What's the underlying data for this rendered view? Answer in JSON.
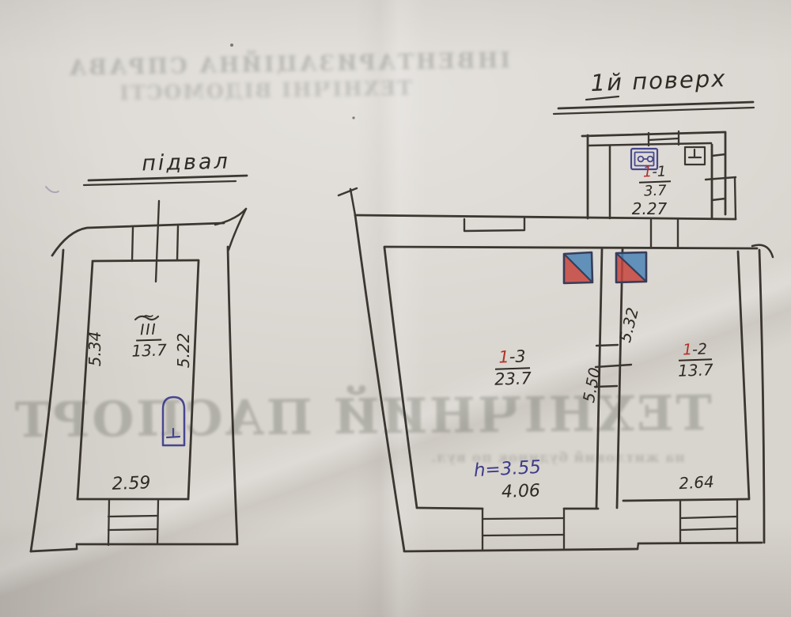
{
  "colors": {
    "paper": "#d8d4ce",
    "ink": "#2f2a24",
    "blue_ink": "#3c3c8a",
    "red_ink": "#b33028",
    "stove_red": "#c23a32",
    "stove_blue": "#3f7db2",
    "bleed_text": "#60655a"
  },
  "basement_plan": {
    "title": "підвал",
    "room": {
      "tilde": "~",
      "number": "III",
      "area": "13.7"
    },
    "dim_left_wall": "5.34",
    "dim_right_wall": "5.22",
    "dim_bottom_window": "2.59"
  },
  "first_floor_plan": {
    "title": "1й поверх",
    "room_1_1": {
      "number_prefix": "1",
      "number_suffix": "-1",
      "area": "3.7",
      "dim_bottom": "2.27"
    },
    "room_1_2": {
      "number_prefix": "1",
      "number_suffix": "-2",
      "area": "13.7",
      "dim_right_wall": "5.32",
      "dim_bottom_window": "2.64"
    },
    "room_1_3": {
      "number_prefix": "1",
      "number_suffix": "-3",
      "area": "23.7",
      "dim_left_wall": "5.50",
      "dim_height": "h=3.55",
      "dim_bottom_window": "4.06"
    }
  },
  "bleed_through": {
    "top_line_1": "ІНВЕНТАРИЗАЦІЙНА СПРАВА",
    "top_line_2": "ТЕХНІЧНІ ВІДОМОСТІ",
    "center_line_1": "ТЕХНІЧНИЙ ПАСПОРТ",
    "center_line_2": "на житловий будинок по вул."
  }
}
